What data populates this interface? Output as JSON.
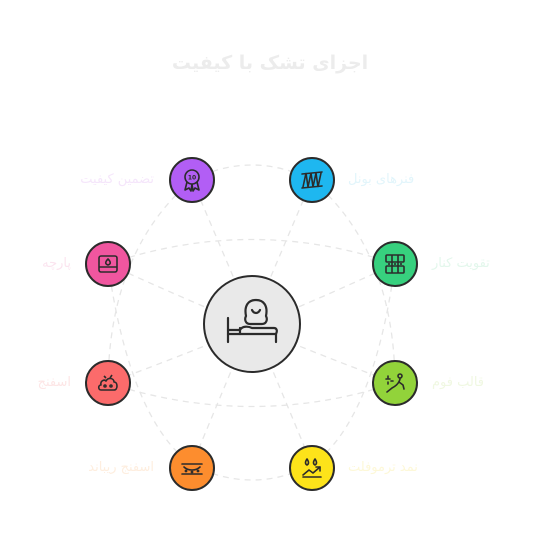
{
  "title": "اجزای تشک با کیفیت",
  "nodes": [
    {
      "label": "تضمین کیفیت",
      "color": "#b25ef5",
      "label_color": "#f5e6fb",
      "icon": "award-icon"
    },
    {
      "label": "فنرهای بونل",
      "color": "#1eb7f0",
      "label_color": "#e2f5fb",
      "icon": "spring-icon"
    },
    {
      "label": "پارچه",
      "color": "#f0569f",
      "label_color": "#fbe4ef",
      "icon": "fabric-roll-icon"
    },
    {
      "label": "تقویت کنار",
      "color": "#37d07e",
      "label_color": "#e3f7ec",
      "icon": "edge-support-icon"
    },
    {
      "label": "اسفنج",
      "color": "#fb6b6b",
      "label_color": "#fde6e6",
      "icon": "sponge-icon"
    },
    {
      "label": "قالب فوم",
      "color": "#92d33a",
      "label_color": "#f0f8e2",
      "icon": "foam-mold-icon"
    },
    {
      "label": "اسفنج ریباند",
      "color": "#fd8d2e",
      "label_color": "#feeedf",
      "icon": "rebound-foam-icon"
    },
    {
      "label": "نمد ترموفلت",
      "color": "#fde31a",
      "label_color": "#fdf8d8",
      "icon": "thermo-felt-icon"
    }
  ],
  "center": {
    "icon": "person-in-bed-icon",
    "color": "#e9e9e9"
  }
}
